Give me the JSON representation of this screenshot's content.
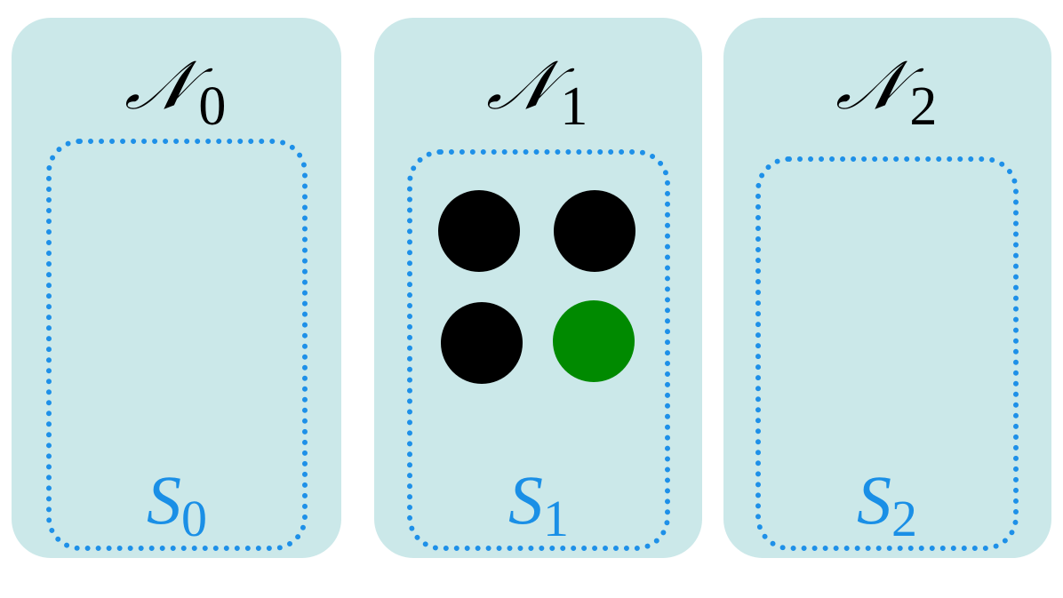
{
  "diagram": {
    "panels": [
      {
        "node_symbol": "𝒩",
        "node_index": "0",
        "subset_symbol": "S",
        "subset_index": "0",
        "elements": []
      },
      {
        "node_symbol": "𝒩",
        "node_index": "1",
        "subset_symbol": "S",
        "subset_index": "1",
        "elements": [
          {
            "color": "#000000"
          },
          {
            "color": "#000000"
          },
          {
            "color": "#000000"
          },
          {
            "color": "#008a00"
          }
        ]
      },
      {
        "node_symbol": "𝒩",
        "node_index": "2",
        "subset_symbol": "S",
        "subset_index": "2",
        "elements": []
      }
    ],
    "colors": {
      "panel_fill": "#cbe8e9",
      "subset_border": "#1e90e8",
      "subset_label": "#1a8fe6",
      "element_default": "#000000",
      "element_highlight": "#008a00"
    }
  }
}
